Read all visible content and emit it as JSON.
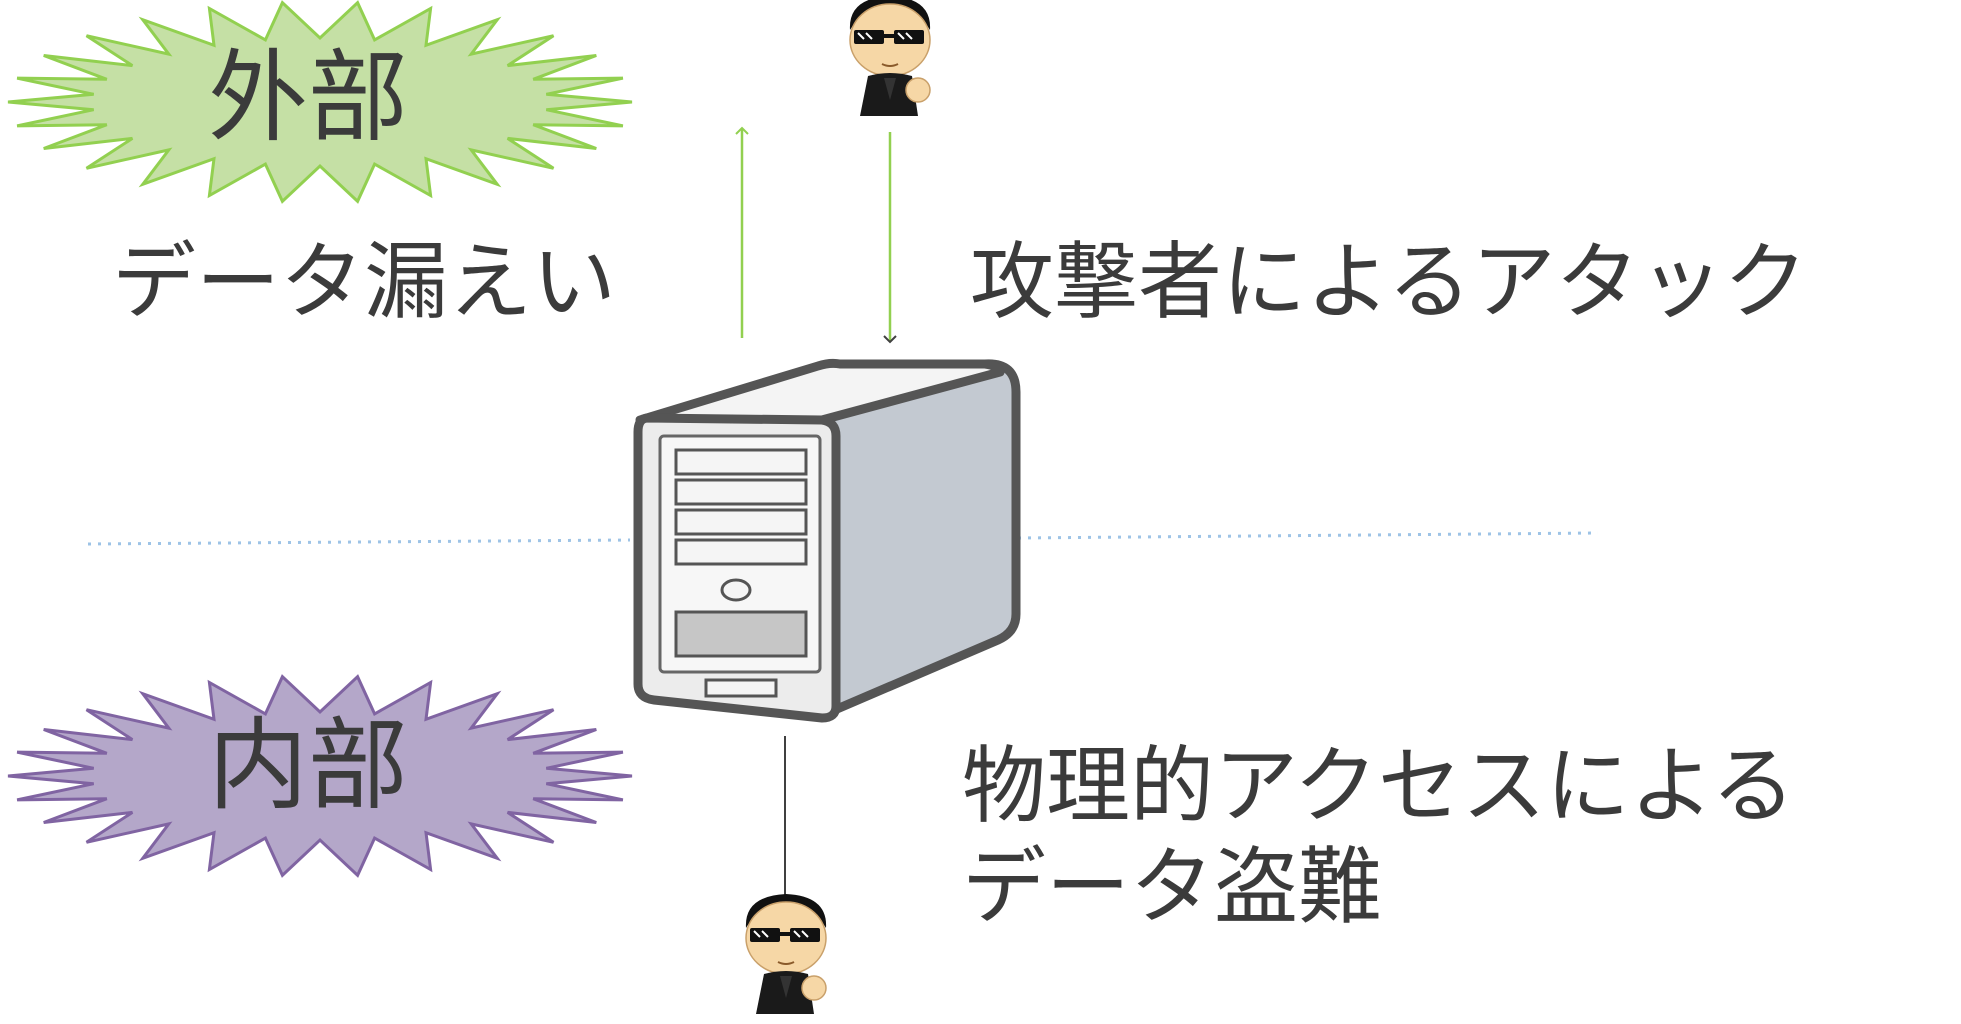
{
  "zones": {
    "external": {
      "label": "外部",
      "fill": "#c5e0a5",
      "stroke": "#92d050"
    },
    "internal": {
      "label": "内部",
      "fill": "#b4a7c9",
      "stroke": "#8064a2"
    }
  },
  "labels": {
    "data_leak": "データ漏えい",
    "attacker_attack": "攻撃者によるアタック",
    "physical_theft_line1": "物理的アクセスによる",
    "physical_theft_line2": "データ盗難"
  },
  "icons": {
    "server": "server-tower-icon",
    "external_attacker": "hacker-person-icon",
    "internal_attacker": "hacker-person-icon"
  },
  "colors": {
    "text": "#3b3b3b",
    "green_arrow": "#92d050",
    "dark_arrow": "#404040",
    "boundary_line": "#9dc3e6"
  }
}
